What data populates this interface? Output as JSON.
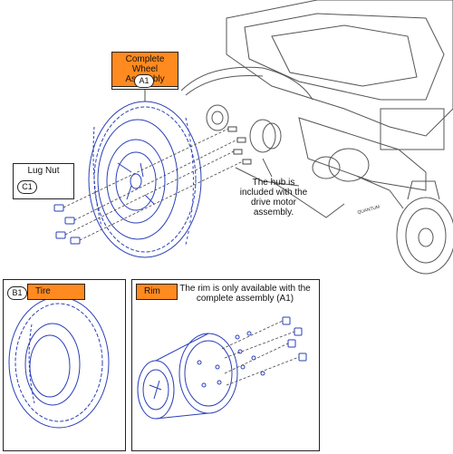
{
  "top": {
    "complete_wheel": {
      "title": "Complete Wheel Assembly",
      "tag": "A1"
    },
    "lug_nut": {
      "title": "Lug Nut",
      "tag": "C1"
    },
    "hub_note": "The hub is included with the drive motor assembly.",
    "brand_text": "QUANTUM"
  },
  "tire_panel": {
    "tag": "B1",
    "title": "Tire"
  },
  "rim_panel": {
    "title": "Rim",
    "note": "The rim is only available with the complete assembly (A1)"
  },
  "colors": {
    "callout_orange": "#ff8a1f",
    "part_blue": "#2a3fb7",
    "line_gray": "#555555"
  }
}
